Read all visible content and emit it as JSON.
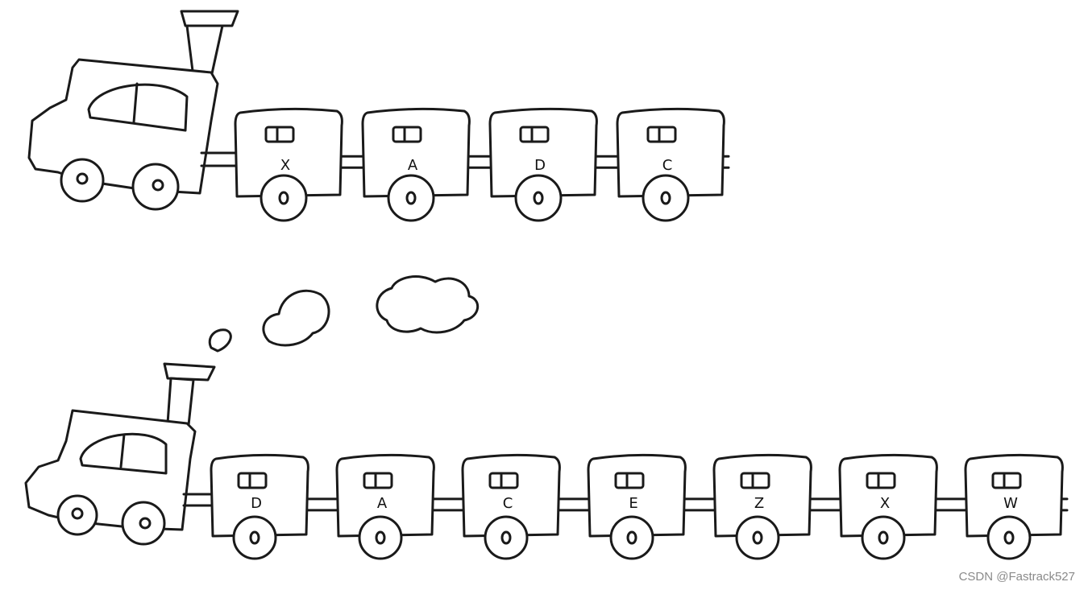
{
  "trains": [
    {
      "cars": [
        {
          "label": "X"
        },
        {
          "label": "A"
        },
        {
          "label": "D"
        },
        {
          "label": "C"
        }
      ]
    },
    {
      "cars": [
        {
          "label": "D"
        },
        {
          "label": "A"
        },
        {
          "label": "C"
        },
        {
          "label": "E"
        },
        {
          "label": "Z"
        },
        {
          "label": "X"
        },
        {
          "label": "W"
        }
      ]
    }
  ],
  "watermark": "CSDN @Fastrack527",
  "colors": {
    "ink": "#1a1a1a",
    "accent": "#2d6ce0",
    "watermark": "#8a8a8a"
  }
}
